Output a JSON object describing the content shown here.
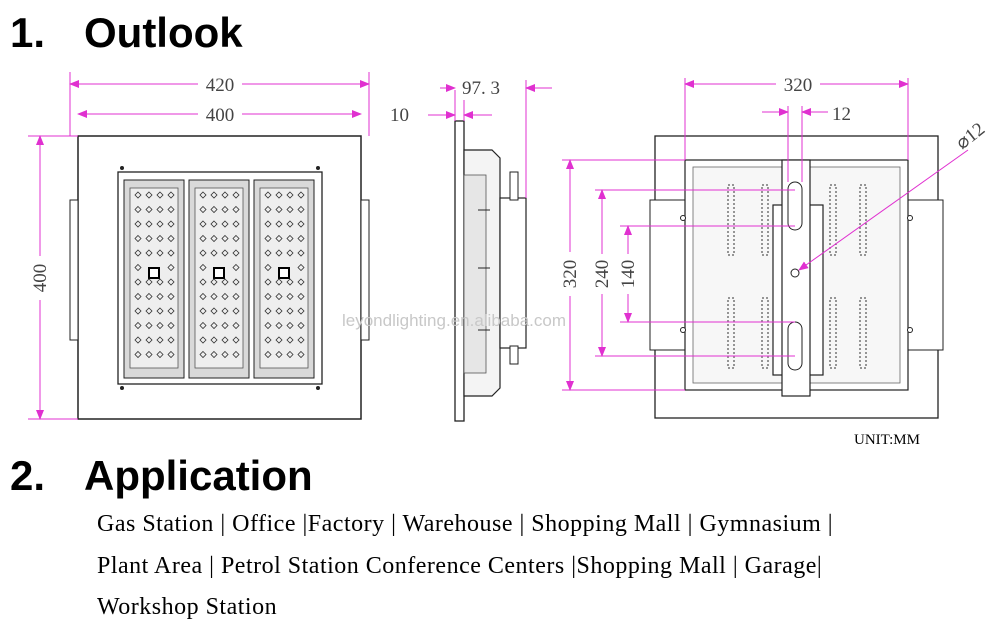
{
  "sections": {
    "outlook": {
      "number": "1.",
      "title": "Outlook"
    },
    "application": {
      "number": "2.",
      "title": "Application"
    }
  },
  "dimensions": {
    "front_outer_width": "420",
    "front_inner_width": "400",
    "front_height": "400",
    "side_plate": "10",
    "side_depth": "97. 3",
    "back_width": "320",
    "back_slot": "12",
    "back_hole": "⌀12",
    "back_height": "320",
    "back_span_240": "240",
    "back_span_140": "140",
    "unit": "UNIT:MM"
  },
  "watermark": "leyondlighting.en.alibaba.com",
  "application_lines": [
    "Gas Station | Office |Factory | Warehouse | Shopping Mall | Gymnasium |",
    "Plant Area | Petrol Station Conference Centers |Shopping Mall | Garage|",
    "Workshop Station"
  ],
  "colors": {
    "dimension_line": "#e030d0",
    "outline": "#222222",
    "text": "#000000"
  }
}
